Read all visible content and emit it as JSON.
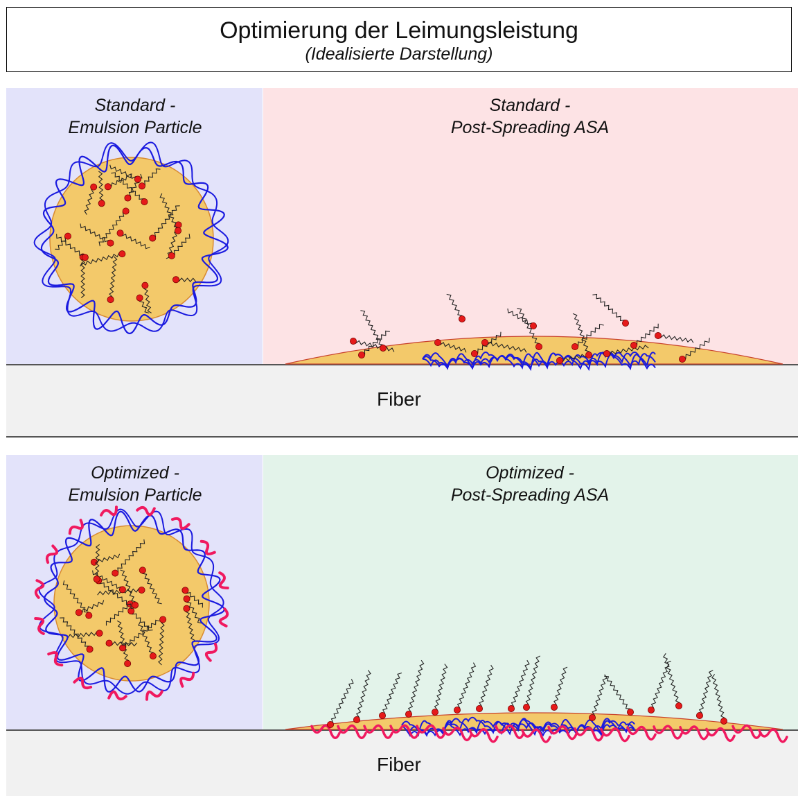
{
  "title": "Optimierung der Leimungsleistung",
  "subtitle": "(Idealisierte Darstellung)",
  "panels": {
    "top_left": {
      "line1": "Standard -",
      "line2": "Emulsion Particle"
    },
    "top_right": {
      "line1": "Standard -",
      "line2": "Post-Spreading ASA"
    },
    "bottom_left": {
      "line1": "Optimized -",
      "line2": "Emulsion Particle"
    },
    "bottom_right": {
      "line1": "Optimized -",
      "line2": "Post-Spreading ASA"
    }
  },
  "fiber_top": "Fiber",
  "fiber_bottom": "Fiber",
  "colors": {
    "left_bg": "#e3e3fa",
    "top_right_bg": "#fde3e5",
    "bottom_right_bg": "#e3f3ea",
    "fiber_bg": "#f1f1f1",
    "droplet": "#f3c96a",
    "polymer": "#1a1adf",
    "promoter": "#f0195f",
    "head": "#e51a1a"
  }
}
